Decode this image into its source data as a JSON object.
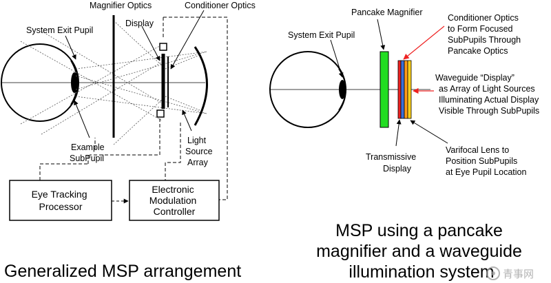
{
  "left": {
    "labels": {
      "magnifier_optics": "Magnifier Optics",
      "conditioner_optics": "Conditioner Optics",
      "display": "Display",
      "system_exit_pupil": "System Exit Pupil",
      "example_subpupil": [
        "Example",
        "SubPupil"
      ],
      "light_source_array": [
        "Light",
        "Source",
        "Array"
      ]
    },
    "boxes": {
      "eye_tracking": [
        "Eye Tracking",
        "Processor"
      ],
      "modulation": [
        "Electronic",
        "Modulation",
        "Controller"
      ]
    },
    "caption": "Generalized MSP arrangement"
  },
  "right": {
    "labels": {
      "pancake_magnifier": "Pancake Magnifier",
      "system_exit_pupil": "System Exit Pupil",
      "conditioner": [
        "Conditioner Optics",
        "to Form Focused",
        "SubPupils Through",
        "Pancake Optics"
      ],
      "waveguide": [
        "Waveguide “Display”",
        "as Array of Light Sources",
        "Illuminating Actual Display",
        "Visible Through SubPupils"
      ],
      "transmissive": [
        "Transmissive",
        "Display"
      ],
      "varifocal": [
        "Varifocal Lens to",
        "Position SubPupils",
        "at Eye Pupil Location"
      ]
    },
    "caption": [
      "MSP using a pancake",
      "magnifier and a waveguide",
      "illumination system"
    ]
  },
  "colors": {
    "magnifier_green": "#22dd22",
    "display_red": "#ee2222",
    "waveguide_blue": "#3a6fd8",
    "lens_orange": "#ff9a1a",
    "lens_yellow": "#ffd21a",
    "callout_red": "#ee2222"
  },
  "watermark": "青事网"
}
